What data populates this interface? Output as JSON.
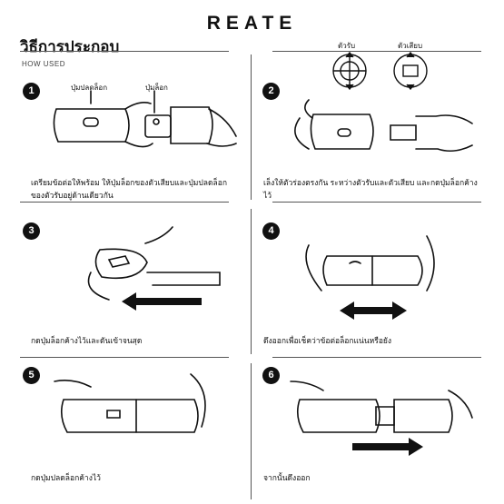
{
  "brand": "REATE",
  "header": {
    "title": "วิธีการประกอบ",
    "subtitle": "HOW USED"
  },
  "top_labels": {
    "receiver": "ตัวรับ",
    "plug": "ตัวเสียบ"
  },
  "steps": [
    {
      "number": "1",
      "labels": [
        "ปุ่มปลดล็อก",
        "ปุ่มล็อก"
      ],
      "caption": "เตรียมข้อต่อให้พร้อม ให้ปุ่มล็อกของตัวเสียบและปุ่มปลดล็อกของตัวรับอยู่ด้านเดียวกัน"
    },
    {
      "number": "2",
      "caption": "เล็งให้ตัวร่องตรงกัน ระหว่างตัวรับและตัวเสียบ และกดปุ่มล็อกค้างไว้"
    },
    {
      "number": "3",
      "caption": "กดปุ่มล็อกค้างไว้และดันเข้าจนสุด"
    },
    {
      "number": "4",
      "caption": "ดึงออกเพื่อเช็คว่าข้อต่อล็อกแน่นหรือยัง"
    },
    {
      "number": "5",
      "caption": "กดปุ่มปลดล็อกค้างไว้"
    },
    {
      "number": "6",
      "caption": "จากนั้นดึงออก"
    }
  ]
}
